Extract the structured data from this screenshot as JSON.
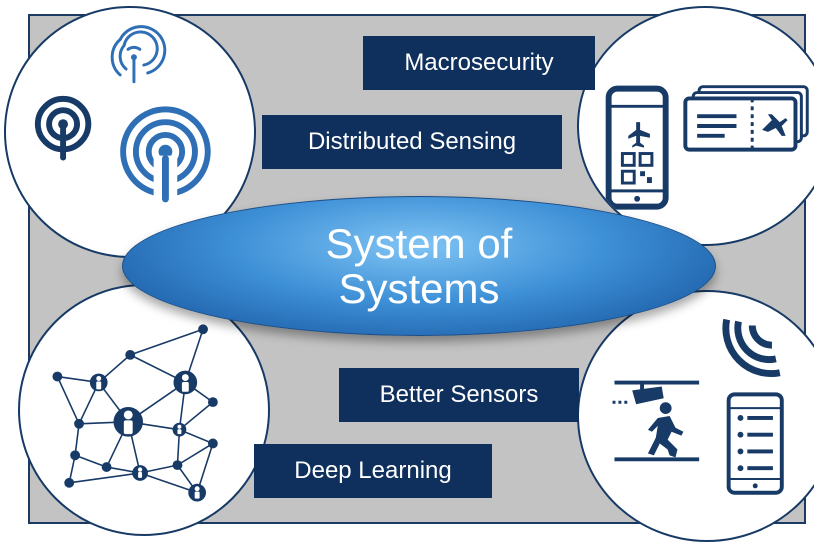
{
  "title": {
    "line1": "System of",
    "line2": "Systems"
  },
  "labels": {
    "macrosecurity": "Macrosecurity",
    "distributed_sensing": "Distributed Sensing",
    "better_sensors": "Better Sensors",
    "deep_learning": "Deep Learning"
  },
  "colors": {
    "background": "#c3c3c3",
    "label_fill": "#0f2f5c",
    "icon_navy": "#173a66",
    "signal_blue": "#2f6fb5",
    "ellipse_blue": "#3d8fd6"
  },
  "icons": {
    "top_left": [
      "antenna-signal-icon",
      "antenna-signal-icon",
      "antenna-signal-icon"
    ],
    "top_right": [
      "smartphone-boarding-pass-icon",
      "airplane-ticket-icon"
    ],
    "bottom_left": [
      "people-network-icon"
    ],
    "bottom_right": [
      "signal-waves-icon",
      "surveillance-camera-icon",
      "walking-person-icon",
      "smartphone-profiles-icon"
    ]
  }
}
